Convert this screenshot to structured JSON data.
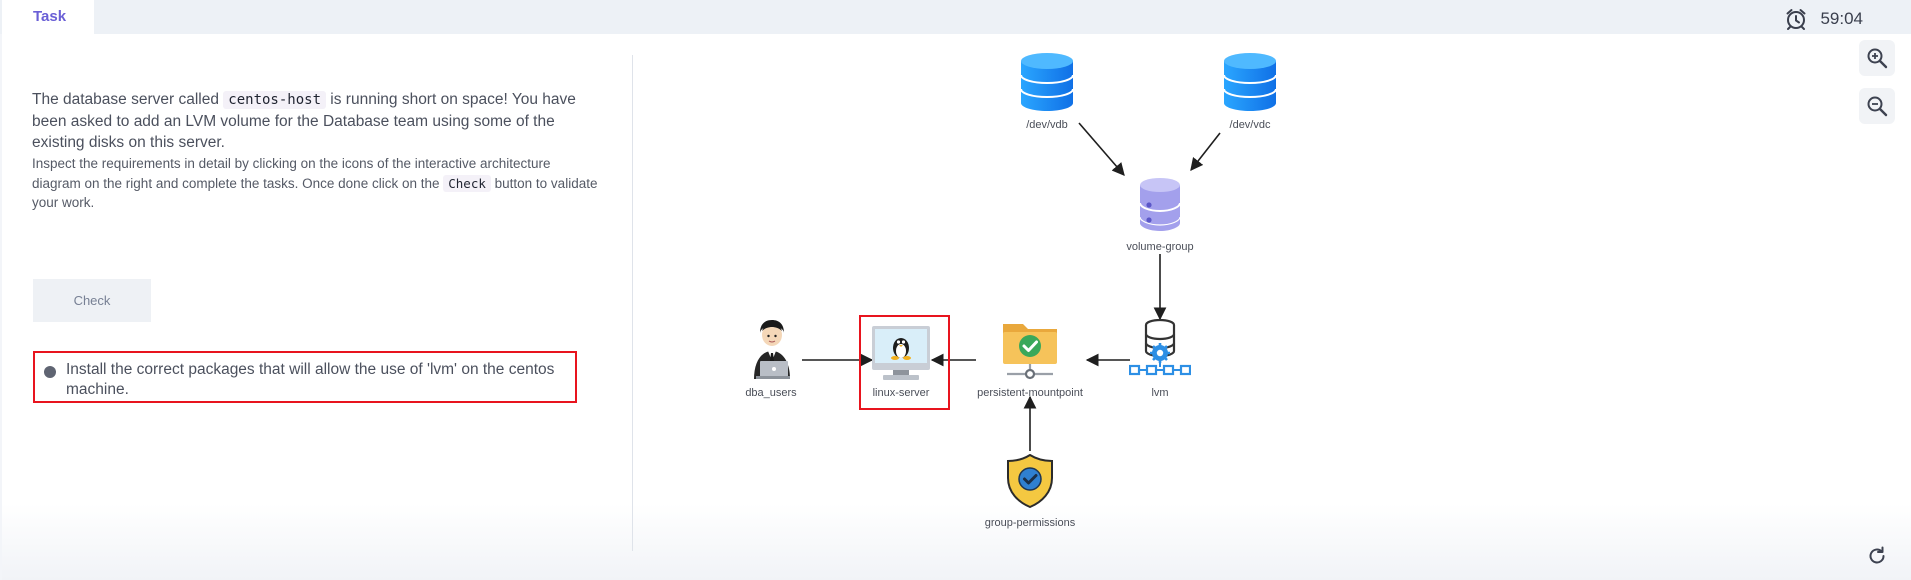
{
  "header": {
    "tab_label": "Task",
    "timer_text": "59:04"
  },
  "instructions": {
    "p1_before": "The database server called ",
    "p1_code": "centos-host",
    "p1_after": " is running short on space! You have been asked to add an LVM volume for the Database team using some of the existing disks on this server.",
    "p2_before": "Inspect the requirements in detail by clicking on the icons of the interactive architecture diagram on the right and complete the tasks. Once done click on the ",
    "p2_code": "Check",
    "p2_after": " button to validate your work."
  },
  "check_button_label": "Check",
  "tasks": [
    {
      "text": "Install the correct packages that will allow the use of 'lvm' on the centos machine."
    }
  ],
  "diagram": {
    "nodes": [
      {
        "id": "dev-vdb",
        "label": "/dev/vdb",
        "icon": "database-icon"
      },
      {
        "id": "dev-vdc",
        "label": "/dev/vdc",
        "icon": "database-icon"
      },
      {
        "id": "volume-group",
        "label": "volume-group",
        "icon": "storage-stack-icon"
      },
      {
        "id": "lvm",
        "label": "lvm",
        "icon": "lvm-network-icon"
      },
      {
        "id": "persistent-mountpoint",
        "label": "persistent-mountpoint",
        "icon": "shared-folder-icon"
      },
      {
        "id": "linux-server",
        "label": "linux-server",
        "icon": "linux-monitor-icon",
        "highlighted": true
      },
      {
        "id": "dba-users",
        "label": "dba_users",
        "icon": "user-laptop-icon"
      },
      {
        "id": "group-permissions",
        "label": "group-permissions",
        "icon": "shield-check-icon"
      }
    ]
  },
  "colors": {
    "accent": "#6a5fd6",
    "highlight": "#e8141e",
    "db_blue": "#1f8ff0",
    "vg_purple": "#a9a6ef"
  }
}
